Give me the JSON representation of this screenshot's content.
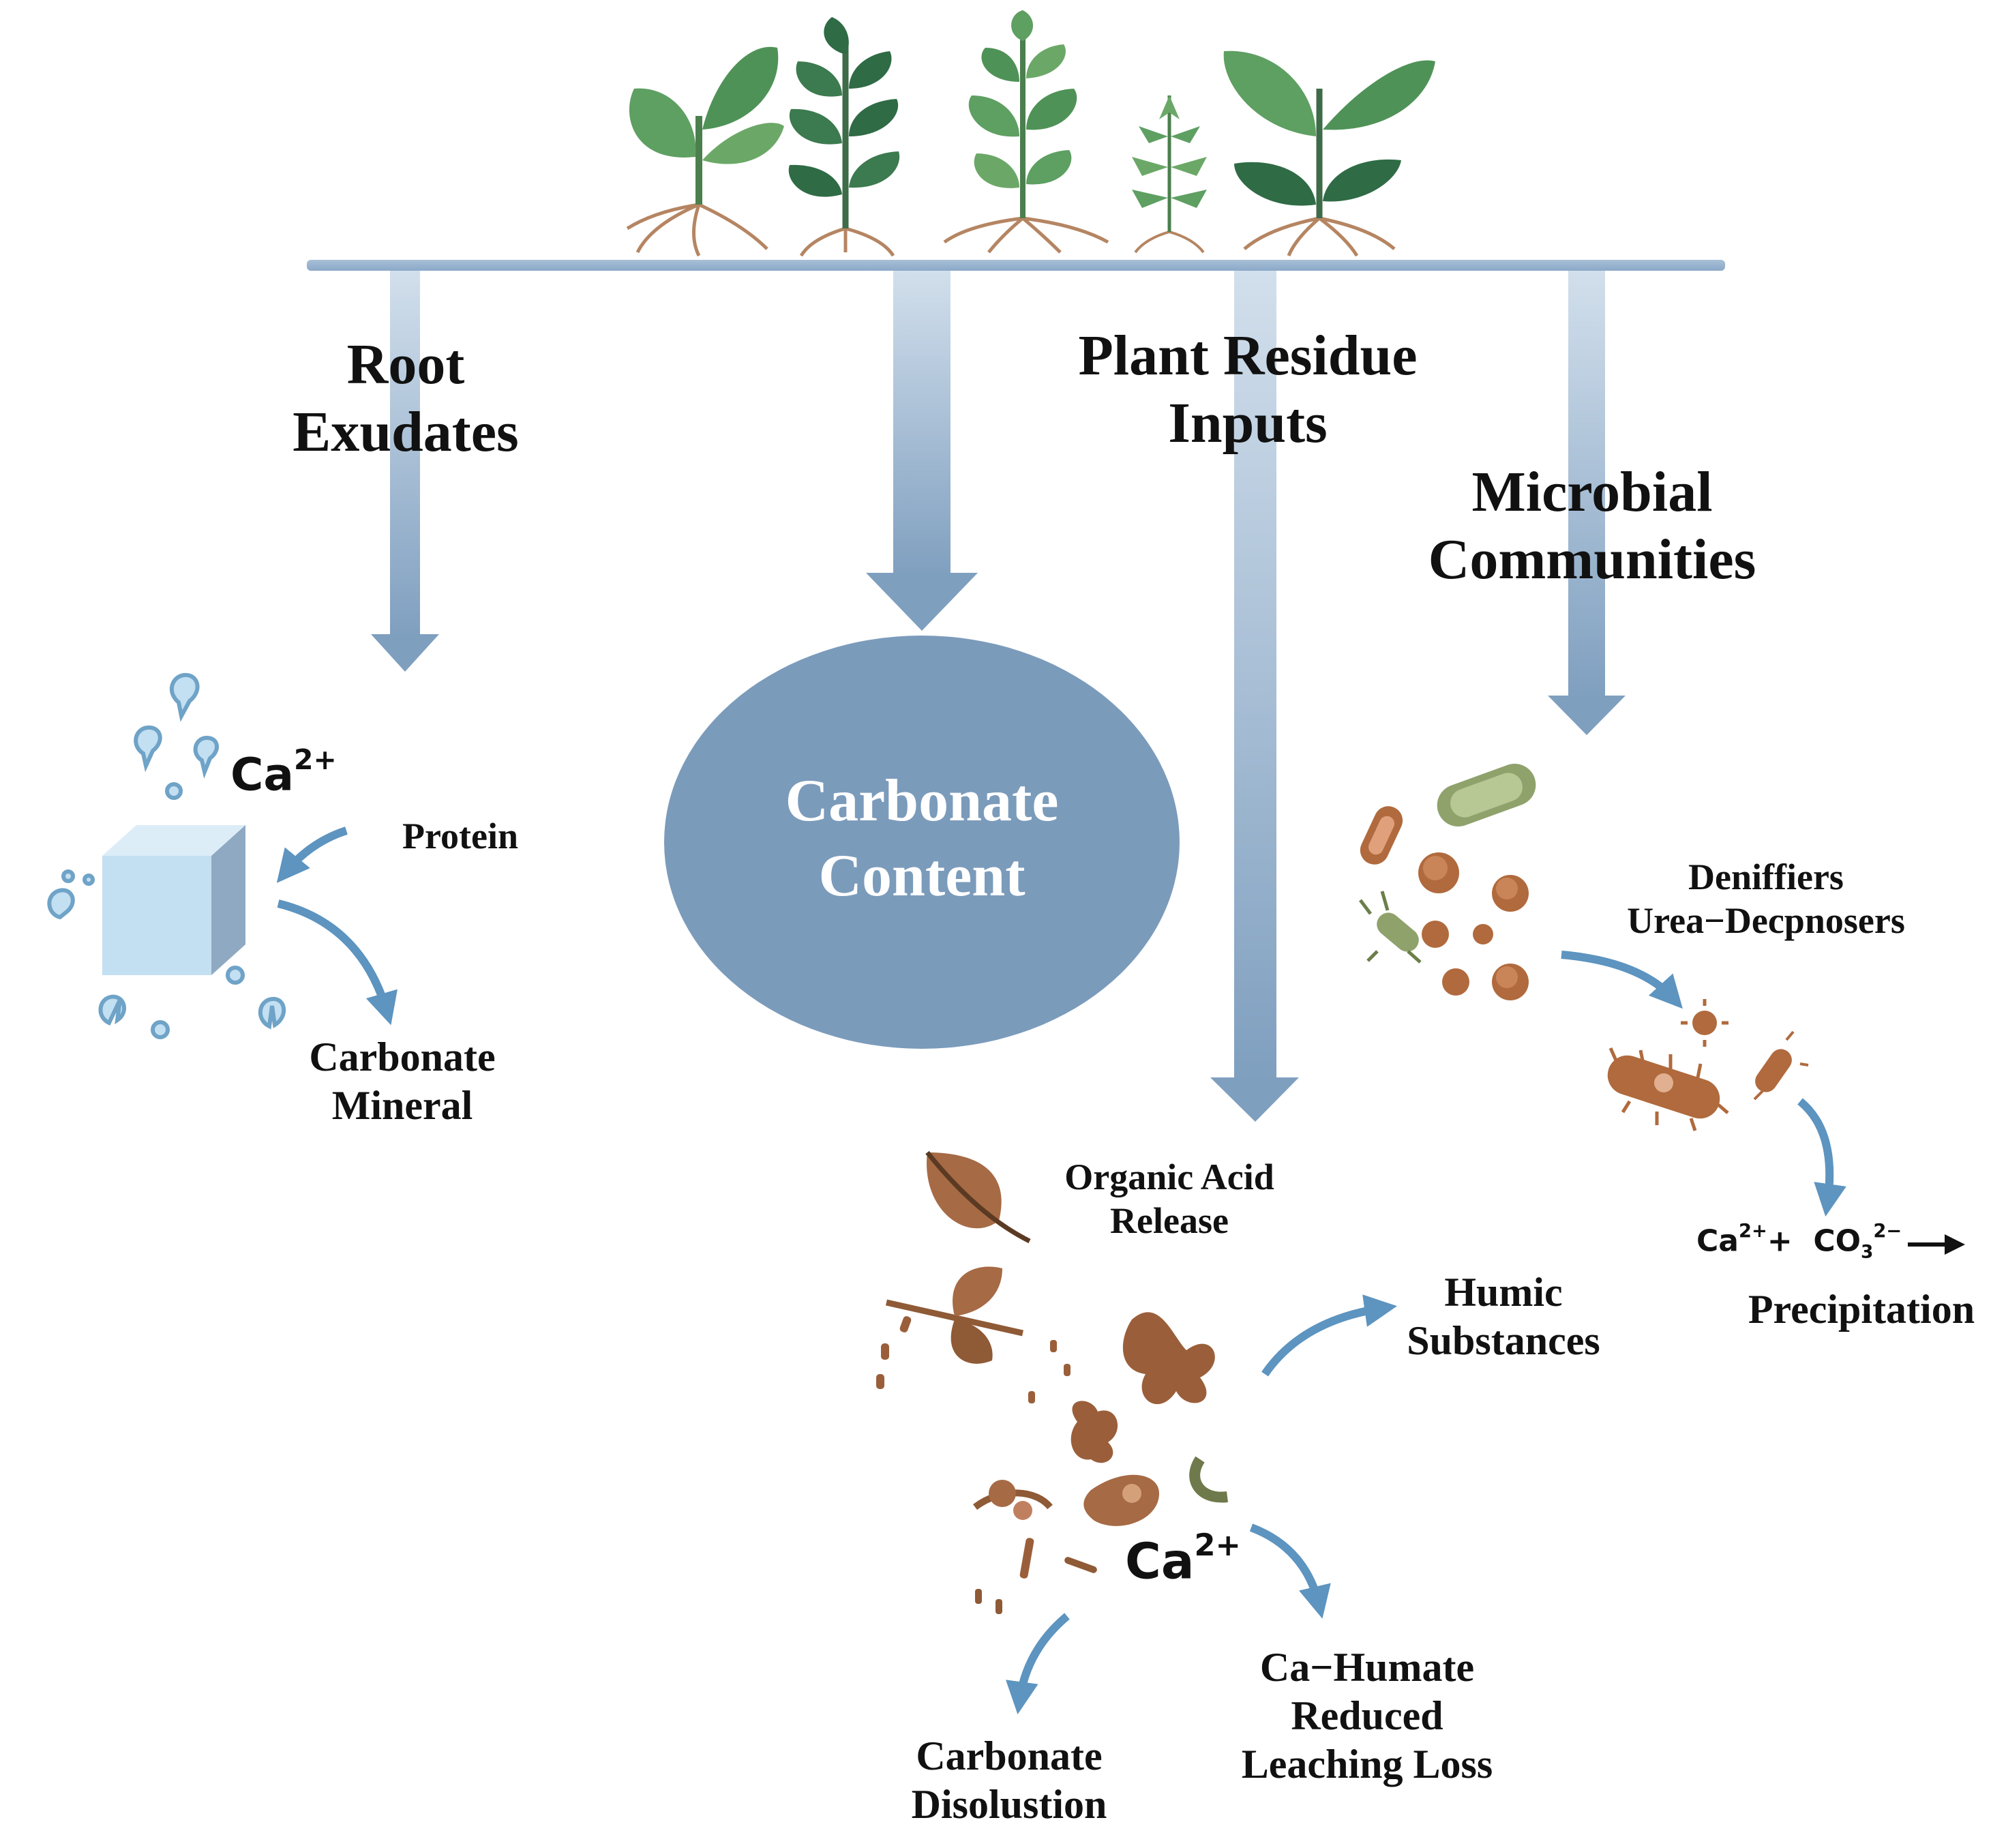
{
  "labels": {
    "root_exudates": [
      "Root",
      "Exudates"
    ],
    "plant_residue_inputs": [
      "Plant Residue",
      "Inputs"
    ],
    "microbial_communities": [
      "Microbial",
      "Communities"
    ],
    "carbonate_content": [
      "Carbonate",
      "Content"
    ],
    "protein": "Protein",
    "carbonate_mineral": [
      "Carbonate",
      "Mineral"
    ],
    "organic_acid_release": [
      "Organic Acid",
      "Release"
    ],
    "humic_substances": [
      "Humic",
      "Substances"
    ],
    "ca_humate": [
      "Ca−Humate",
      "Reduced",
      "Leaching Loss"
    ],
    "carbonate_dissolution": [
      "Carbonate",
      "Disolustion"
    ],
    "denitrifiers": [
      "Deniffiers",
      "Urea−Decpnosers"
    ],
    "precipitation": "Precipitation"
  },
  "ions": {
    "calcium_base": "Ca",
    "calcium_charge": "2+",
    "carbonate_base": "CO",
    "carbonate_subscript": "3",
    "carbonate_charge": "2−",
    "plus": "+",
    "arrow": "→"
  },
  "colors": {
    "arrow_fill": "#8aa8c8",
    "arrow_light": "#d2dfec",
    "ellipse_fill": "#7b9bbb",
    "curved_arrow": "#5d94c0",
    "cube_face": "#c3dff2",
    "plant_leaf_dark": "#2f6b45",
    "plant_leaf_light": "#5e9f62",
    "root_brown": "#b58562",
    "bacteria_brown": "#b06a3d",
    "residue_brown": "#8f5a36"
  }
}
